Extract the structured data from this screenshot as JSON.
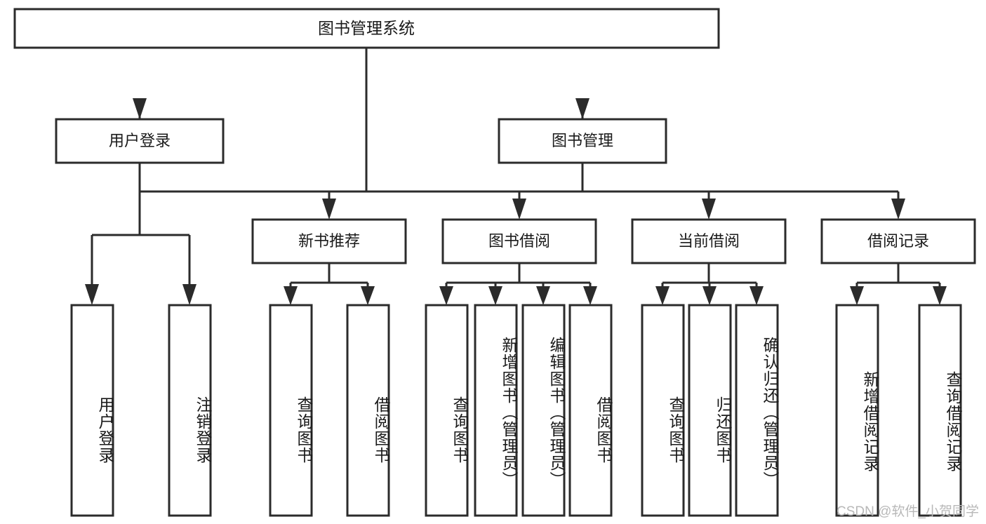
{
  "diagram": {
    "title": "图书管理系统",
    "type": "tree",
    "watermark": "CSDN @软件_小贺同学",
    "colors": {
      "box_stroke": "#2b2b2b",
      "box_fill": "#ffffff",
      "connector": "#2b2b2b",
      "text": "#1a1a1a",
      "watermark": "#b8b8b8",
      "background": "#ffffff"
    },
    "levels": {
      "root": "图书管理系统",
      "level2": [
        "用户登录",
        "图书管理"
      ],
      "level3": [
        "新书推荐",
        "图书借阅",
        "当前借阅",
        "借阅记录"
      ]
    },
    "nodes": {
      "root": {
        "label": "图书管理系统"
      },
      "user_login": {
        "label": "用户登录"
      },
      "book_manage": {
        "label": "图书管理"
      },
      "new_book_rec": {
        "label": "新书推荐"
      },
      "book_borrow": {
        "label": "图书借阅"
      },
      "current_borrow": {
        "label": "当前借阅"
      },
      "borrow_record": {
        "label": "借阅记录"
      }
    },
    "leaves": {
      "user_login": [
        "用户登录",
        "注销登录"
      ],
      "new_book_rec": [
        "查询图书",
        "借阅图书"
      ],
      "book_borrow": [
        "查询图书",
        "新增图书（管理员）",
        "编辑图书（管理员）",
        "借阅图书"
      ],
      "current_borrow": [
        "查询图书",
        "归还图书",
        "确认归还（管理员）"
      ],
      "borrow_record": [
        "新增借阅记录",
        "查询借阅记录"
      ]
    }
  }
}
